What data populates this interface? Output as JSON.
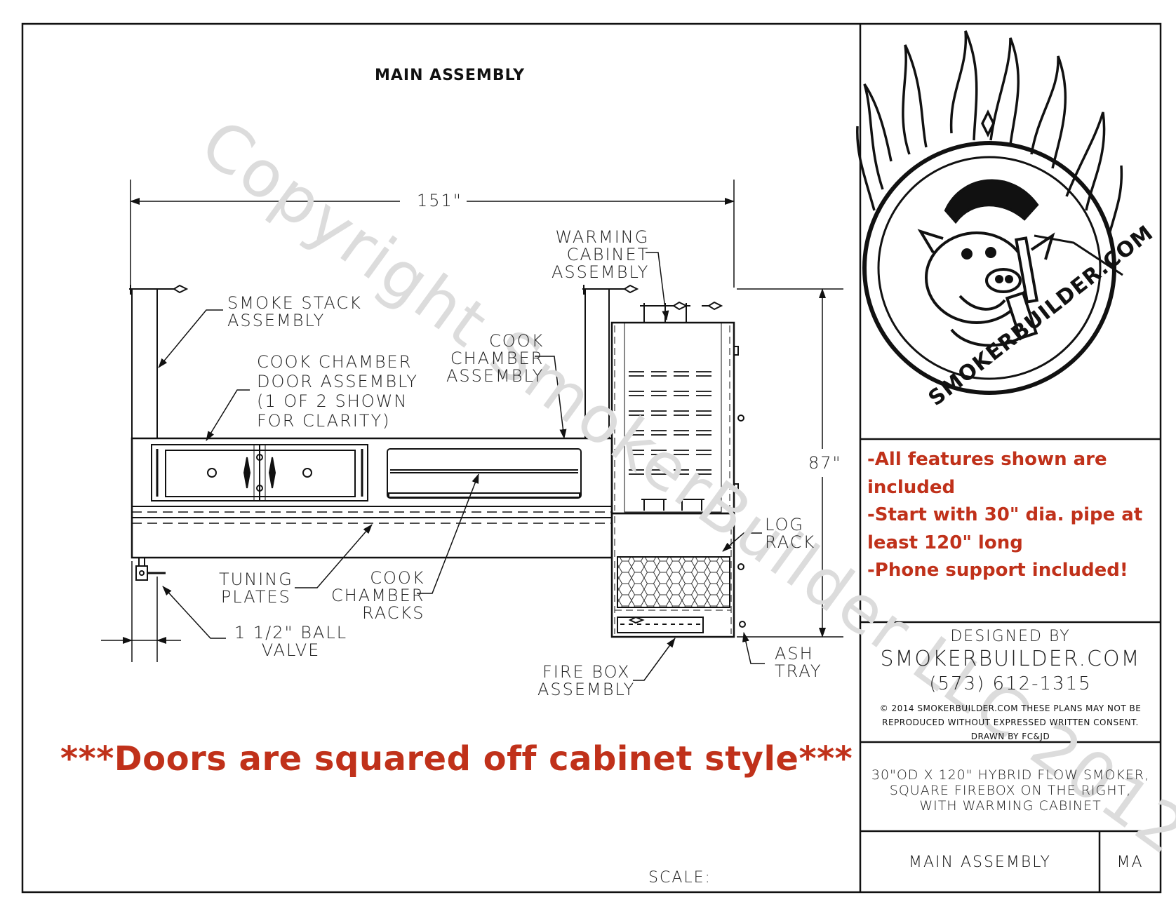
{
  "drawing": {
    "title": "MAIN ASSEMBLY",
    "watermark": "Copyright SmokerBuilder LLC 2012",
    "overall_width": "151\"",
    "overall_height": "87\"",
    "labels": {
      "smoke_stack": [
        "SMOKE STACK",
        "ASSEMBLY"
      ],
      "cook_chamber_door": [
        "COOK CHAMBER",
        "DOOR ASSEMBLY",
        "(1 OF 2 SHOWN",
        "FOR CLARITY)"
      ],
      "cook_chamber": [
        "COOK",
        "CHAMBER",
        "ASSEMBLY"
      ],
      "warming_cabinet": [
        "WARMING",
        "CABINET",
        "ASSEMBLY"
      ],
      "log_rack": [
        "LOG",
        "RACK"
      ],
      "tuning_plates": [
        "TUNING",
        "PLATES"
      ],
      "cook_chamber_racks": [
        "COOK",
        "CHAMBER",
        "RACKS"
      ],
      "ball_valve": [
        "1 1/2\" BALL",
        "VALVE"
      ],
      "fire_box": [
        "FIRE BOX",
        "ASSEMBLY"
      ],
      "ash_tray": [
        "ASH",
        "TRAY"
      ]
    },
    "banner": "***Doors are squared off cabinet style***",
    "scale_label": "SCALE:"
  },
  "title_block": {
    "logo_text": "SMOKERBUILDER.COM",
    "notes": [
      "-All features shown are",
      "included",
      "-Start with 30\" dia. pipe at",
      "least 120\" long",
      "-Phone support included!"
    ],
    "designed_by": "DESIGNED BY",
    "company": "SMOKERBUILDER.COM",
    "phone": "(573) 612-1315",
    "copyright_symbol": "©",
    "copyright_lines": [
      "2014 SMOKERBUILDER.COM THESE PLANS MAY NOT BE",
      "REPRODUCED WITHOUT EXPRESSED WRITTEN CONSENT.",
      "DRAWN BY FC&JD"
    ],
    "description": [
      "30\"OD X 120\" HYBRID FLOW SMOKER,",
      "SQUARE FIREBOX ON THE RIGHT,",
      "WITH WARMING CABINET"
    ],
    "sheet_name": "MAIN ASSEMBLY",
    "sheet_code": "MA"
  },
  "colors": {
    "line": "#111111",
    "accent_red": "#c0311a",
    "watermark": "#dcdcdc"
  }
}
